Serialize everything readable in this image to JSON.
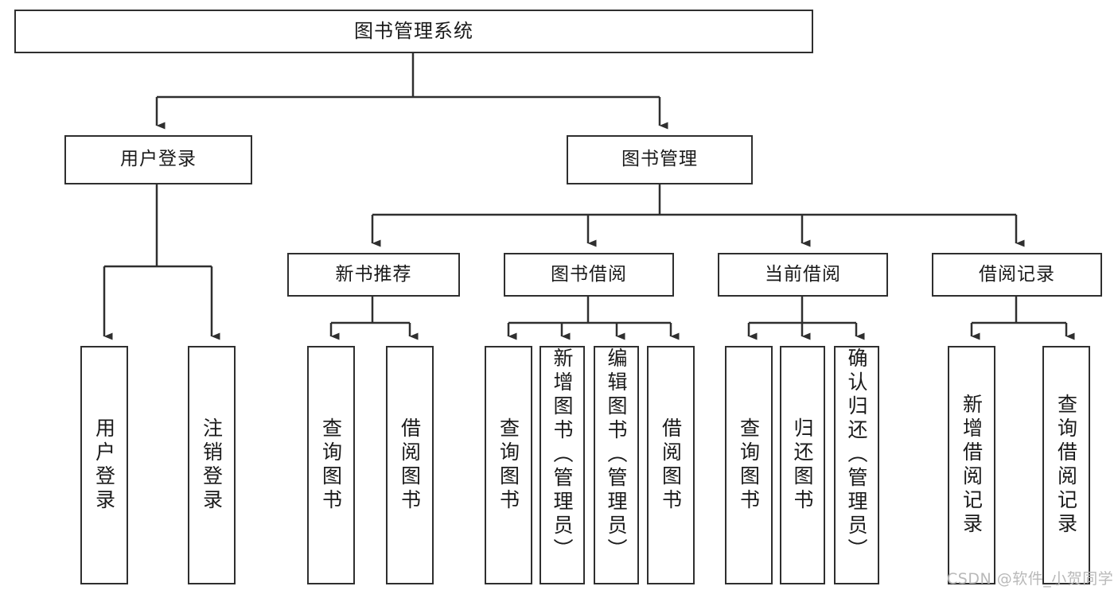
{
  "diagram": {
    "title": "图书管理系统",
    "type": "tree",
    "root": {
      "label": "图书管理系统"
    },
    "level2": [
      {
        "label": "用户登录"
      },
      {
        "label": "图书管理"
      }
    ],
    "level3": [
      {
        "label": "新书推荐"
      },
      {
        "label": "图书借阅"
      },
      {
        "label": "当前借阅"
      },
      {
        "label": "借阅记录"
      }
    ],
    "leaves": {
      "user_login": [
        {
          "label": "用户登录"
        },
        {
          "label": "注销登录"
        }
      ],
      "new_book_recommend": [
        {
          "label": "查询图书"
        },
        {
          "label": "借阅图书"
        }
      ],
      "book_borrow": [
        {
          "label": "查询图书"
        },
        {
          "label": "新增图书（管理员）"
        },
        {
          "label": "编辑图书（管理员）"
        },
        {
          "label": "借阅图书"
        }
      ],
      "current_borrow": [
        {
          "label": "查询图书"
        },
        {
          "label": "归还图书"
        },
        {
          "label": "确认归还（管理员）"
        }
      ],
      "borrow_record": [
        {
          "label": "新增借阅记录"
        },
        {
          "label": "查询借阅记录"
        }
      ]
    }
  },
  "watermark": {
    "text": "CSDN @软件_小贺同学"
  },
  "colors": {
    "stroke": "#2f2f2f",
    "fill": "#ffffff",
    "text": "#1a1a1a",
    "watermark": "#b9b9b9"
  }
}
